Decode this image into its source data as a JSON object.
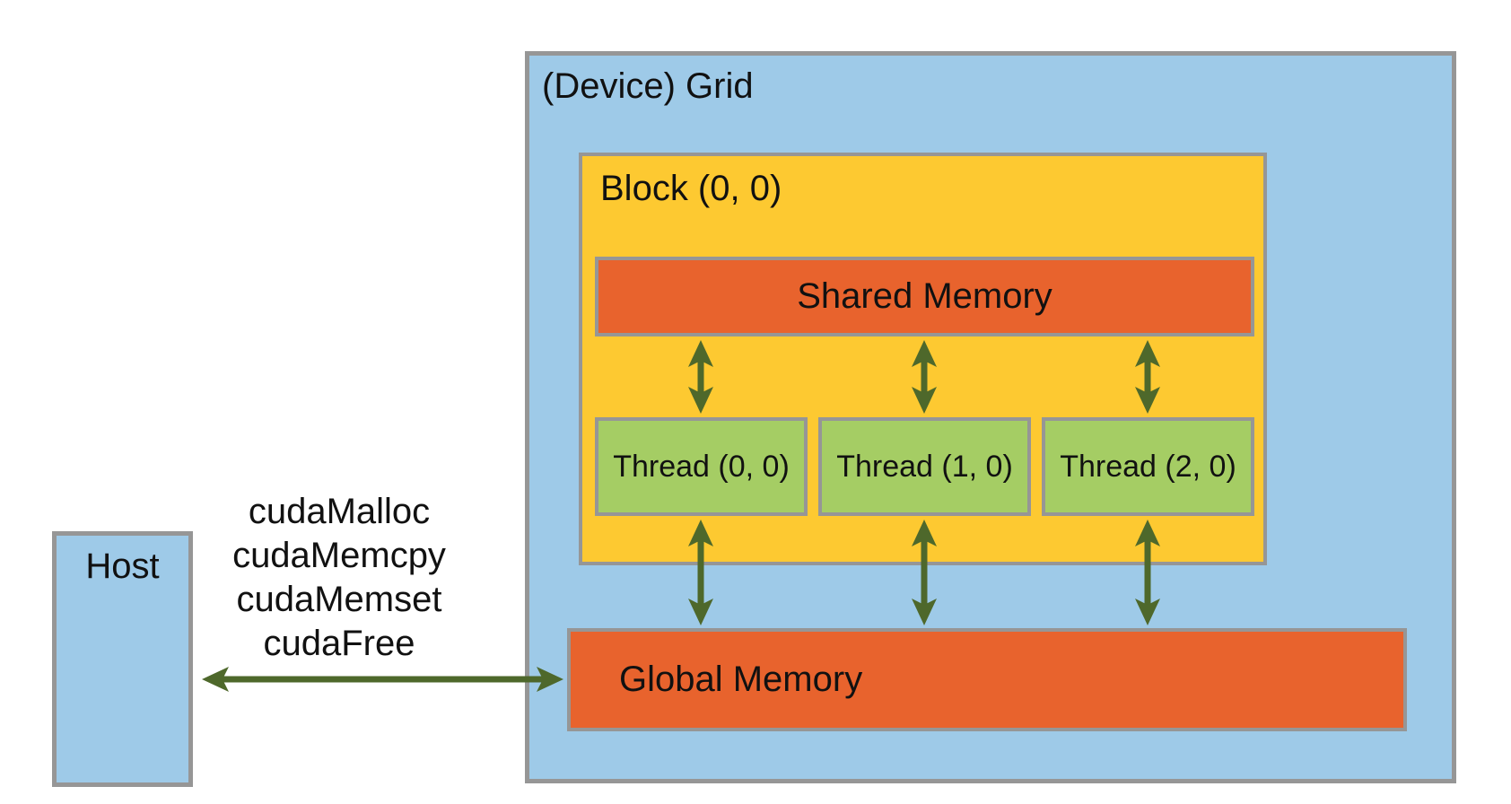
{
  "diagram": {
    "host": {
      "label": "Host"
    },
    "api_calls": [
      "cudaMalloc",
      "cudaMemcpy",
      "cudaMemset",
      "cudaFree"
    ],
    "grid": {
      "label": "(Device) Grid"
    },
    "block": {
      "label": "Block (0, 0)"
    },
    "shared_memory": {
      "label": "Shared Memory"
    },
    "threads": [
      {
        "label": "Thread (0, 0)"
      },
      {
        "label": "Thread (1, 0)"
      },
      {
        "label": "Thread (2, 0)"
      }
    ],
    "global_memory": {
      "label": "Global Memory"
    },
    "arrows": {
      "shared_to_threads": "bidirectional",
      "threads_to_global": "bidirectional",
      "host_to_global": "bidirectional"
    }
  },
  "colors": {
    "grid_blue": "#9ECAE8",
    "block_yellow": "#FDC931",
    "memory_orange": "#E8632D",
    "thread_green": "#A5CD64",
    "arrow_olive": "#4E682B",
    "border_gray": "#969696",
    "text": "#111111"
  }
}
